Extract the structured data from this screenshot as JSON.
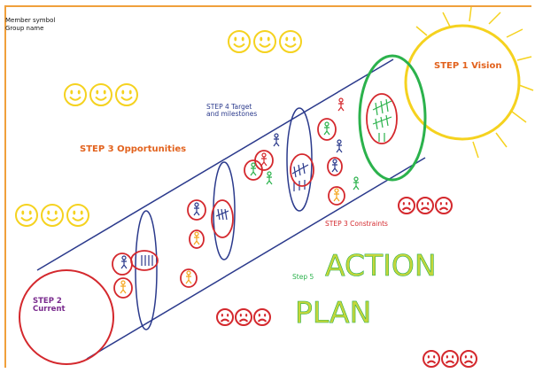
{
  "legend": {
    "member_symbol": "Member symbol",
    "group_name": "Group name"
  },
  "labels": {
    "vision": "STEP 1 Vision",
    "opportunities": "STEP 3 Opportunities",
    "target_milestones": "STEP 4 Target and milestones",
    "constraints": "STEP 3 Constraints",
    "current": "STEP 2 Current",
    "step5": "Step 5",
    "action": "ACTION",
    "plan": "PLAN"
  },
  "colors": {
    "frame": "#f0a03c",
    "tube": "#2b3a8c",
    "current_circle": "#d4282d",
    "vision_circle": "#f5d21f",
    "green_ring": "#2bb24c",
    "smiley": "#f5d21f",
    "frowny": "#d4282d"
  },
  "icons": {
    "smiley": "smiley-face-icon",
    "frowny": "frowny-face-icon",
    "sun": "sun-icon",
    "stick_figure": "stick-figure-icon"
  }
}
